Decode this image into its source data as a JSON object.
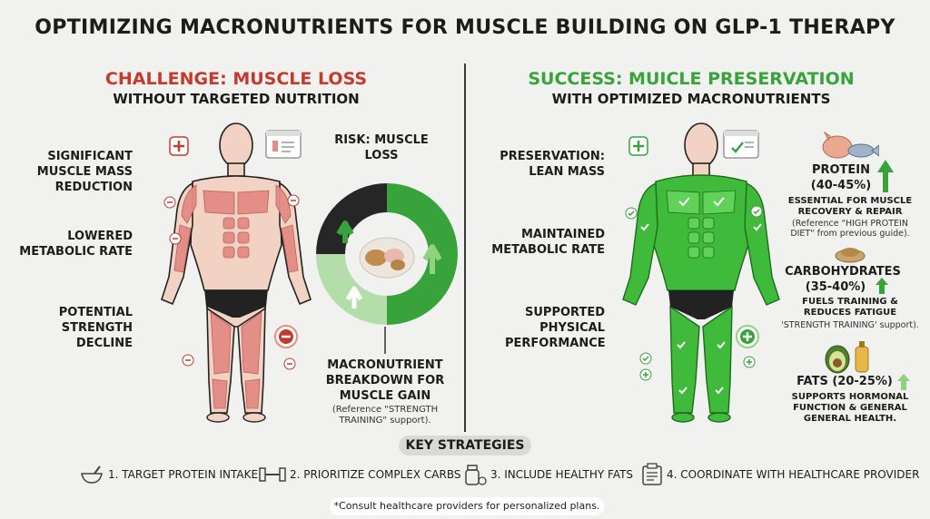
{
  "title": "OPTIMIZING MACRONUTRIENTS FOR MUSCLE BUILDING ON GLP-1 THERAPY",
  "left": {
    "heading": "CHALLENGE: MUSCLE LOSS",
    "subheading": "WITHOUT TARGETED NUTRITION",
    "labels": [
      "SIGNIFICANT MUSCLE MASS REDUCTION",
      "LOWERED METABOLIC RATE",
      "POTENTIAL STRENGTH DECLINE"
    ],
    "muscle_color": "#e38c84"
  },
  "center": {
    "risk_label": "RISK: MUSCLE LOSS",
    "breakdown_label": "MACRONUTRIENT BREAKDOWN FOR MUSCLE GAIN",
    "breakdown_note": "(Reference \"STRENGTH TRAINING\" support)."
  },
  "right": {
    "heading": "SUCCESS: MUICLE PRESERVATION",
    "subheading": "WITH OPTIMIZED MACRONUTRIENTS",
    "labels": [
      "PRESERVATION: LEAN MASS",
      "MAINTAINED METABOLIC RATE",
      "SUPPORTED PHYSICAL PERFORMANCE"
    ],
    "muscle_color": "#3fba3a"
  },
  "macros": {
    "protein": {
      "title": "PROTEIN",
      "range": "(40-45%)",
      "desc": "ESSENTIAL FOR MUSCLE RECOVERY & REPAIR",
      "note": "(Reference \"HIGH PROTEIN DIET\" from previous guide)."
    },
    "carbs": {
      "title": "CARBOHYDRATES",
      "range": "(35-40%)",
      "desc": "FUELS TRAINING & REDUCES FATIGUE",
      "note": "'STRENGTH TRAINING' support)."
    },
    "fats": {
      "title": "FATS (20-25%)",
      "desc": "SUPPORTS HORMONAL FUNCTION & GENERAL GENERAL HEALTH."
    }
  },
  "strategies": {
    "heading": "KEY STRATEGIES",
    "items": [
      {
        "label": "1. TARGET PROTEIN INTAKE",
        "icon": "mortar-pestle-icon"
      },
      {
        "label": "2. PRIORITIZE COMPLEX CARBS",
        "icon": "dumbbell-icon"
      },
      {
        "label": "3. INCLUDE HEALTHY FATS",
        "icon": "supplement-bottle-icon"
      },
      {
        "label": "4. COORDINATE WITH HEALTHCARE PROVIDER",
        "icon": "clipboard-icon"
      }
    ]
  },
  "footnote": "*Consult healthcare providers for personalized plans.",
  "colors": {
    "red": "#c33a2f",
    "green": "#38a33a",
    "dark_green": "#2f8a2d",
    "light_green": "#a9dba1"
  }
}
